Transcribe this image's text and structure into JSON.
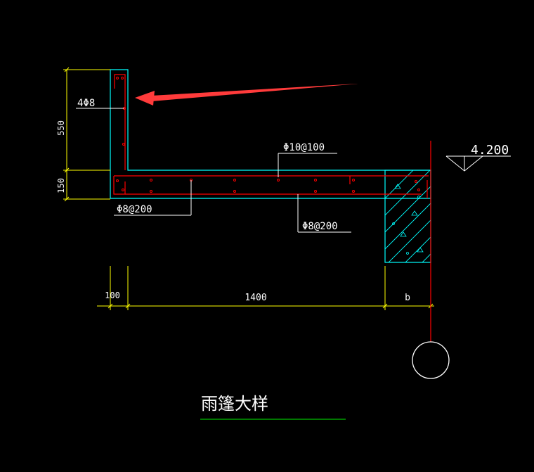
{
  "drawing": {
    "title": "雨篷大样",
    "elevation": "4.200",
    "dimensions": {
      "upright_height": "550",
      "slab_thickness": "150",
      "upright_width": "100",
      "cantilever_length": "1400",
      "beam_width": "b"
    },
    "rebar": {
      "upright_bars": "4Φ8",
      "slab_top": "Φ10@100",
      "slab_bottom_left": "Φ8@200",
      "slab_bottom_right": "Φ8@200"
    }
  },
  "colors": {
    "background": "#000000",
    "concrete_outline": "#00ffff",
    "rebar": "#ff0000",
    "dimension": "#ffff00",
    "text": "#ffffff",
    "hatch": "#00ffff",
    "axis": "#ff0000",
    "arrow": "#ff3b3b",
    "title_underline": "#00c000"
  }
}
